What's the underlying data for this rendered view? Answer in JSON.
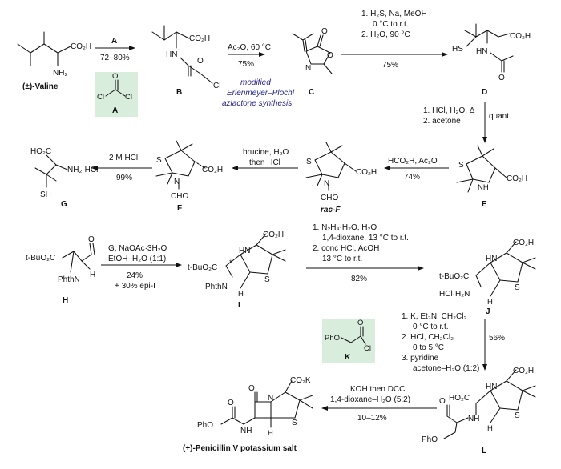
{
  "compounds": {
    "valine": "(±)-Valine",
    "A": "A",
    "B": "B",
    "C": "C",
    "D": "D",
    "E": "E",
    "F": "F",
    "racF": "rac-F",
    "G": "G",
    "H": "H",
    "I": "I",
    "J": "J",
    "K": "K",
    "L": "L",
    "penicillin": "(+)-Penicillin V potassium salt"
  },
  "atoms": {
    "co2h": "CO₂H",
    "nh2": "NH₂",
    "hn": "HN",
    "nh": "NH",
    "n": "N",
    "o": "O",
    "cl": "Cl",
    "s": "S",
    "hs": "HS",
    "h": "H",
    "sh": "SH",
    "ho2c": "HO₂C",
    "cho": "CHO",
    "nh2hcl": "NH₂·HCl",
    "tbuo2c": "t-BuO₂C",
    "phthn": "PhthN",
    "hclh2n": "HCl·H₂N",
    "pho": "PhO",
    "co2k": "CO₂K",
    "star": "*"
  },
  "conditions": {
    "step1_reagent": "A",
    "step1_yield": "72–80%",
    "step2_reagent": "Ac₂O, 60 °C",
    "step2_yield": "75%",
    "erlenmeyer": [
      "modified",
      "Erlenmeyer–Plöchl",
      "azlactone synthesis"
    ],
    "step3": [
      "1. H₂S, Na, MeOH",
      "0 °C to r.t.",
      "2. H₂O, 90 °C"
    ],
    "step3_yield": "75%",
    "step4": [
      "1. HCl, H₂O, Δ",
      "2. acetone"
    ],
    "step4_yield": "quant.",
    "step5_reagent": "HCO₂H, Ac₂O",
    "step5_yield": "74%",
    "step6": [
      "brucine, H₂O",
      "then HCl"
    ],
    "step7_reagent": "2 M HCl",
    "step7_yield": "99%",
    "step8": [
      "G, NaOAc·3H₂O",
      "EtOH–H₂O (1:1)"
    ],
    "step8_yield": "24%",
    "step8_extra": "+ 30% epi-I",
    "step9": [
      "1. N₂H₄·H₂O, H₂O",
      "1,4-dioxane, 13 °C to r.t.",
      "2. conc HCl, AcOH",
      "13 °C to r.t."
    ],
    "step9_yield": "82%",
    "step10": [
      "1. K, Et₃N, CH₂Cl₂",
      "0 °C to r.t.",
      "2. HCl, CH₂Cl₂",
      "0 to 5 °C",
      "3. pyridine",
      "acetone–H₂O (1:2)"
    ],
    "step10_yield": "56%",
    "step11": [
      "KOH then DCC",
      "1,4-dioxane–H₂O (5:2)"
    ],
    "step11_yield": "10–12%"
  },
  "colors": {
    "reagent_box": "#d9eddc",
    "annotation": "#23238c"
  }
}
